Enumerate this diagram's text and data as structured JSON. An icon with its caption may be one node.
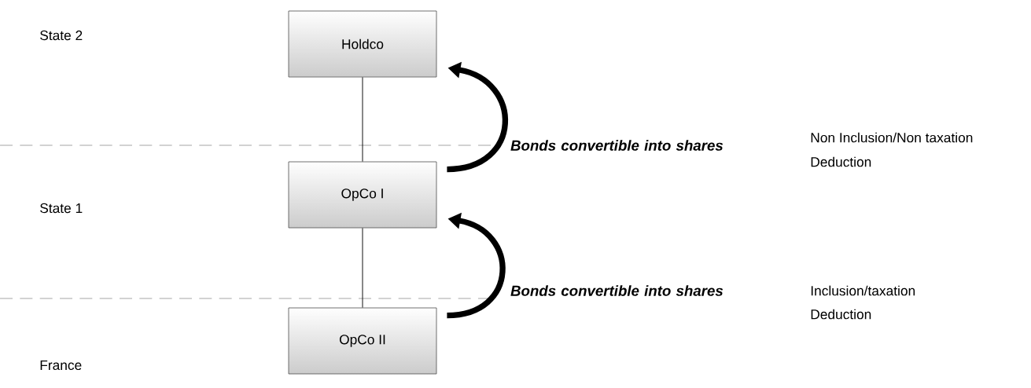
{
  "diagram": {
    "nodes": [
      {
        "text": [
          "Holdco"
        ]
      },
      {
        "text": [
          "OpCo I"
        ]
      },
      {
        "text": [
          "OpCo II"
        ]
      }
    ],
    "edges": [
      {
        "from": 0,
        "to": 1,
        "arrow": "none"
      },
      {
        "from": 1,
        "to": 2,
        "arrow": "none"
      },
      {
        "from": 1,
        "to": 0,
        "arrow": "to",
        "style": "thick",
        "label": "Bonds convertible into shares"
      },
      {
        "from": 2,
        "to": 1,
        "arrow": "to",
        "style": "thick",
        "label": "Bonds convertible into shares"
      }
    ],
    "labels": [
      "State 2",
      "Non Inclusion/Non taxation",
      "Deduction",
      "State 1",
      "Inclusion/taxation",
      "Deduction",
      "France"
    ]
  }
}
